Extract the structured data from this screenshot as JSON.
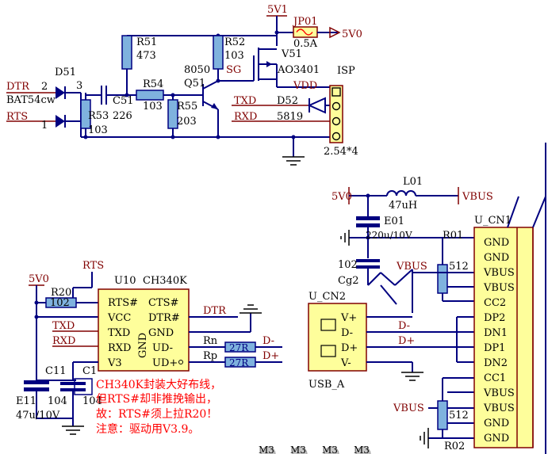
{
  "top": {
    "rail_5v1": "5V1",
    "jumper_ref": "JP01",
    "jumper_value": "0.5A",
    "rail_5v0": "5V0",
    "r51_ref": "R51",
    "r51_value": "473",
    "r52_ref": "R52",
    "r52_value": "103",
    "mosfet_ref": "V51",
    "mosfet_part": "AO3401",
    "sg_label": "SG",
    "transistor_part": "8050",
    "transistor_ref": "Q51",
    "r54_ref": "R54",
    "r54_value": "103",
    "r55_ref": "R55",
    "r55_value": "203",
    "c51_ref": "C51",
    "c51_value": "226",
    "r53_ref": "R53",
    "r53_value": "103",
    "diode_ref": "D51",
    "diode_part": "BAT54cw",
    "dtr_net": "DTR",
    "rts_net": "RTS",
    "pin_2": "2",
    "pin_1": "1",
    "pin_3": "3",
    "isp_label": "ISP",
    "vdd_label": "VDD",
    "txd_net": "TXD",
    "rxd_net": "RXD",
    "d52_ref": "D52",
    "d52_value": "5819",
    "header_pitch": "2.54*4"
  },
  "usb": {
    "rail_5v0": "5V0",
    "l01_ref": "L01",
    "l01_value": "47uH",
    "vbus_label": "VBUS",
    "e01_ref": "E01",
    "e01_value": "220u/10V",
    "cap102_value": "102",
    "cg2_ref": "Cg2",
    "vbus_mid": "VBUS",
    "r01_ref": "R01",
    "r01_value": "512",
    "r02_ref": "R02",
    "r02_value": "512",
    "vbus_low": "VBUS",
    "dminus_net": "D-",
    "dplus_net": "D+",
    "ucn2_ref": "U_CN2",
    "ucn2_pins": [
      "V+",
      "D-",
      "D+",
      "V-"
    ],
    "usba_label": "USB_A",
    "ucn1_ref": "U_CN1",
    "ucn1_pins": [
      "GND",
      "GND",
      "VBUS",
      "VBUS",
      "CC2",
      "DP2",
      "DN1",
      "DP1",
      "DN2",
      "CC1",
      "VBUS",
      "VBUS",
      "GND",
      "GND"
    ]
  },
  "ch340": {
    "rts_net": "RTS",
    "rail_5v0": "5V0",
    "r20_ref": "R20",
    "r20_value": "102",
    "u10_ref": "U10",
    "u10_part": "CH340K",
    "left_pins": [
      "RTS#",
      "VCC",
      "TXD",
      "RXD",
      "V3"
    ],
    "right_pins": [
      "CTS#",
      "DTR#",
      "GND",
      "UD-",
      "UD+"
    ],
    "gnd_vertical": "GND",
    "dtr_net": "DTR",
    "txd_net": "TXD",
    "rxd_net": "RXD",
    "rn_label": "Rn",
    "rp_label": "Rp",
    "rn_value": "27R",
    "rp_value": "27R",
    "dminus_net": "D-",
    "dplus_net": "D+",
    "c11_ref": "C11",
    "c1_ref": "C1",
    "c11_value": "104",
    "c1_value": "104",
    "e11_ref": "E11",
    "e11_value": "47u/10V",
    "note_lines": [
      "CH340K封装大好布线，",
      "但RTS#却非推挽输出，",
      "故：RTS#须上拉R20！",
      "注意：驱动用V3.9。"
    ],
    "bottom_parts": [
      "M3",
      "M3",
      "M3",
      "M3"
    ]
  }
}
